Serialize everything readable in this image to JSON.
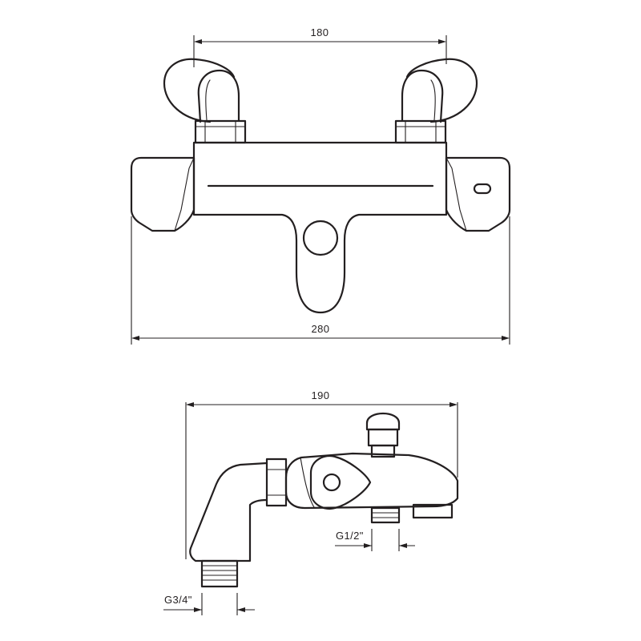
{
  "front_view": {
    "dim_inlet_spacing": "180",
    "dim_total_width": "280"
  },
  "side_view": {
    "dim_depth": "190",
    "dim_outlet_thread": "G1/2\"",
    "dim_inlet_thread": "G3/4\""
  }
}
